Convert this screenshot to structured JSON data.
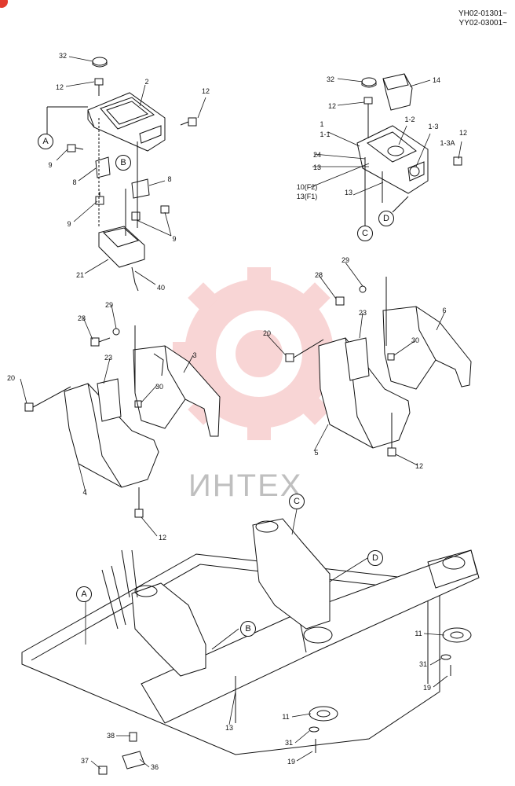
{
  "serials": [
    "YH02-01301~",
    "YY02-03001~"
  ],
  "watermark_text": "ИНТЕХ",
  "colors": {
    "watermark": "#f4b3b3",
    "line": "#111111",
    "corner_mark": "#e23b2e"
  },
  "part_labels": {
    "p32a": "32",
    "p12a": "12",
    "p2": "2",
    "p12b": "12",
    "p9a": "9",
    "p8a": "8",
    "p8b": "8",
    "p9b": "9",
    "p9c": "9",
    "p21": "21",
    "p40": "40",
    "p32b": "32",
    "p14": "14",
    "p12c": "12",
    "p1": "1",
    "p1_1": "1-1",
    "p1_2": "1-2",
    "p1_3": "1-3",
    "p12d": "12",
    "p1_3A": "1-3A",
    "p24": "24",
    "p13a": "13",
    "p10": "10(F2)",
    "p13f1": "13(F1)",
    "p13b": "13",
    "p29a": "29",
    "p28a": "28",
    "p23a": "23",
    "p3": "3",
    "p20a": "20",
    "p30a": "30",
    "p4": "4",
    "p12e": "12",
    "p29b": "29",
    "p28b": "28",
    "p23b": "23",
    "p6": "6",
    "p20b": "20",
    "p30b": "30",
    "p5": "5",
    "p12f": "12",
    "p11a": "11",
    "p31a": "31",
    "p19a": "19",
    "p11b": "11",
    "p31b": "31",
    "p19b": "19",
    "p13c": "13",
    "p38": "38",
    "p37": "37",
    "p36": "36"
  },
  "callouts": {
    "A1": "A",
    "B1": "B",
    "C1": "C",
    "D1": "D",
    "A2": "A",
    "B2": "B",
    "C2": "C",
    "D2": "D"
  }
}
